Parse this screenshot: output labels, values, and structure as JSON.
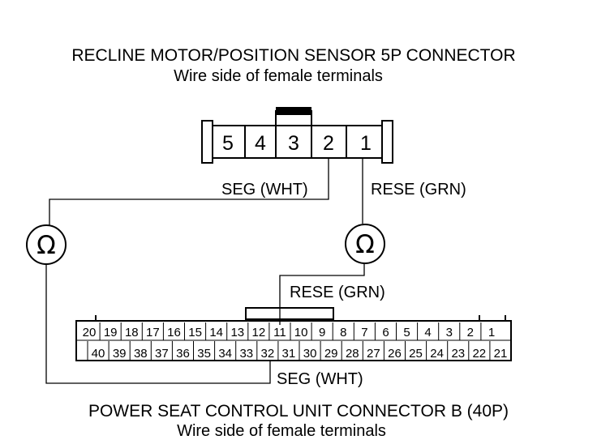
{
  "connector_5p": {
    "title": "RECLINE MOTOR/POSITION SENSOR 5P CONNECTOR",
    "subtitle": "Wire side of female terminals",
    "pins": [
      "5",
      "4",
      "3",
      "2",
      "1"
    ]
  },
  "connector_40p": {
    "title": "POWER SEAT CONTROL UNIT CONNECTOR B (40P)",
    "subtitle": "Wire side of female terminals",
    "top_row": [
      "20",
      "19",
      "18",
      "17",
      "16",
      "15",
      "14",
      "13",
      "12",
      "11",
      "10",
      "9",
      "8",
      "7",
      "6",
      "5",
      "4",
      "3",
      "2",
      "1"
    ],
    "bottom_row": [
      "40",
      "39",
      "38",
      "37",
      "36",
      "35",
      "34",
      "33",
      "32",
      "31",
      "30",
      "29",
      "28",
      "27",
      "26",
      "25",
      "24",
      "23",
      "22",
      "21"
    ]
  },
  "wires": {
    "seg_top": "SEG (WHT)",
    "rese_top": "RESE (GRN)",
    "rese_bottom": "RESE (GRN)",
    "seg_bottom": "SEG (WHT)"
  },
  "meters": {
    "symbol": "Ω",
    "left_icon": "ohmmeter-icon",
    "right_icon": "ohmmeter-icon"
  }
}
